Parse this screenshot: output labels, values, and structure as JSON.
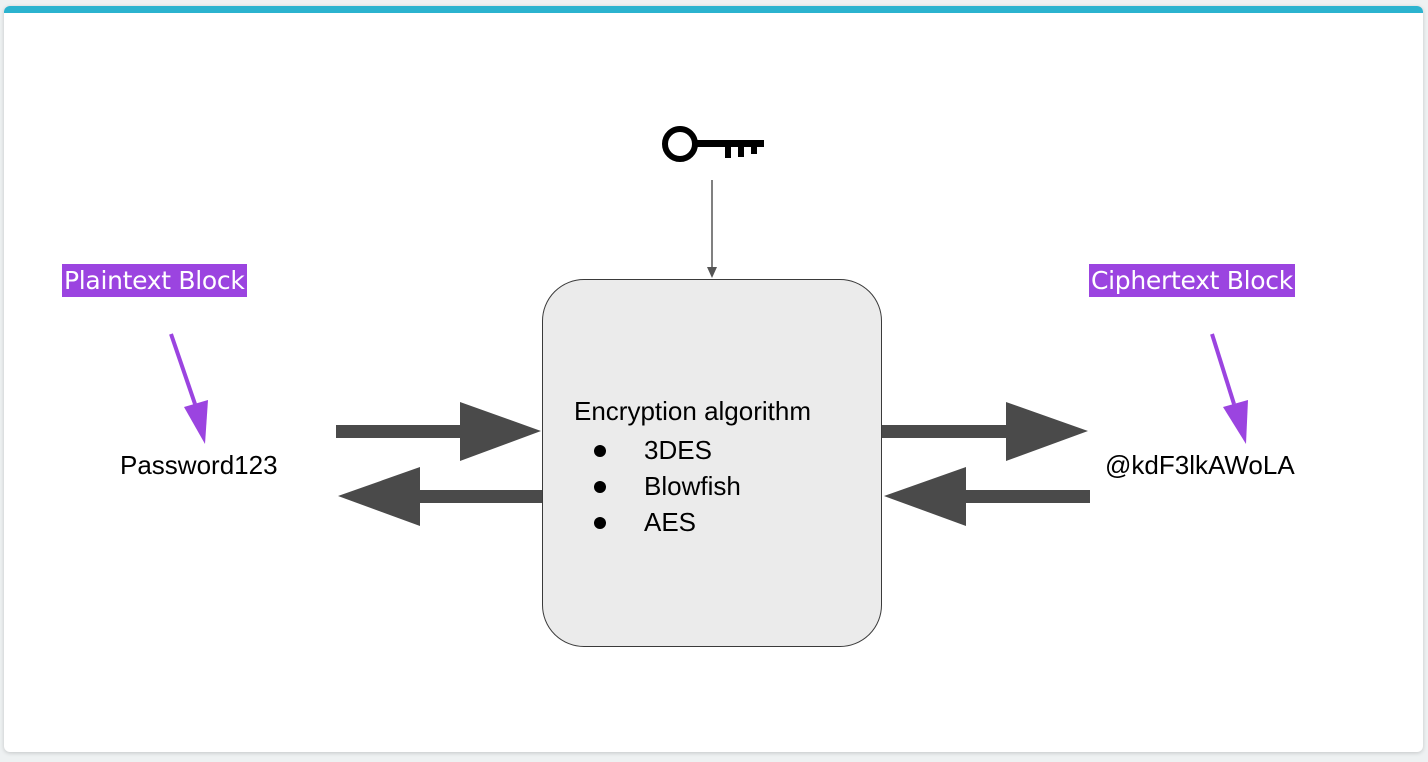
{
  "diagram": {
    "plaintext_label": "Plaintext Block",
    "ciphertext_label": "Ciphertext Block",
    "plaintext_value": "Password123",
    "ciphertext_value": "@kdF3lkAWoLA",
    "algorithm_title": "Encryption algorithm",
    "algorithms": [
      "3DES",
      "Blowfish",
      "AES"
    ],
    "key_icon": "key-icon"
  },
  "colors": {
    "accent_bar": "#2bb3cf",
    "label_badge": "#9b44e0",
    "pointer_arrow": "#9b44e0",
    "flow_arrow": "#4a4a4a",
    "box_fill": "#ebebeb"
  }
}
